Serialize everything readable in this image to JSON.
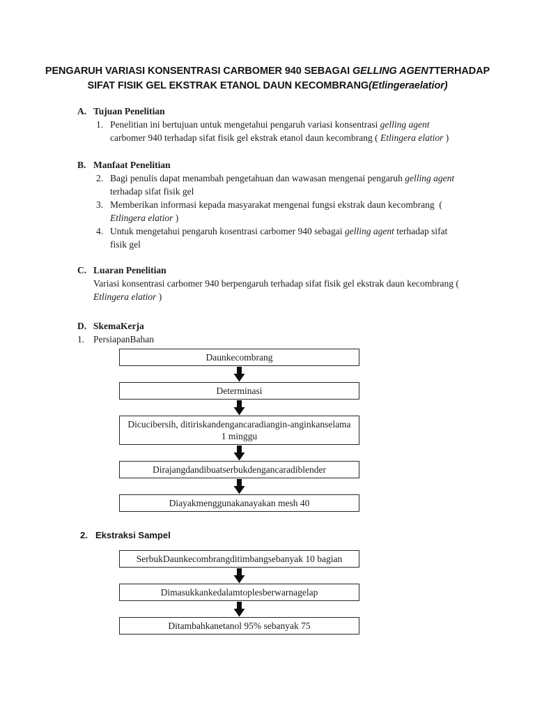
{
  "title": {
    "l1a": "PENGARUH VARIASI KONSENTRASI CARBOMER 940 SEBAGAI ",
    "l1b": "GELLING AGENT",
    "l1c": "TERHADAP",
    "l2a": "SIFAT FISIK GEL EKSTRAK ETANOL DAUN KECOMBRANG",
    "l2b": "(Etlingeraelatior)"
  },
  "sections": {
    "a": {
      "letter": "A.",
      "heading": "Tujuan Penelitian",
      "item1": {
        "num": "1.",
        "l1a": "Penelitian ini bertujuan untuk mengetahui pengaruh variasi konsentrasi ",
        "l1b": "gelling agent",
        "l2a": "carbomer 940 terhadap sifat fisik gel ekstrak etanol daun kecombrang ( ",
        "l2b": "Etlingera elatior",
        "l2c": " )"
      }
    },
    "b": {
      "letter": "B.",
      "heading": "Manfaat Penelitian",
      "item2": {
        "num": "2.",
        "l1a": "Bagi penulis dapat menambah pengetahuan dan wawasan mengenai pengaruh ",
        "l1b": "gelling agent",
        "l2a": "terhadap sifat fisik gel"
      },
      "item3": {
        "num": "3.",
        "l1a": "Memberikan informasi kepada masyarakat mengenai fungsi ekstrak daun kecombrang  (",
        "l2a": "Etlingera elatior",
        "l2b": " )"
      },
      "item4": {
        "num": "4.",
        "l1a": "Untuk mengetahui pengaruh kosentrasi carbomer 940 sebagai ",
        "l1b": "gelling agent",
        "l1c": " terhadap sifat",
        "l2a": "fisik gel"
      }
    },
    "c": {
      "letter": "C.",
      "heading": "Luaran Penelitian",
      "l1": "Variasi konsentrasi carbomer 940 berpengaruh terhadap sifat fisik gel ekstrak daun kecombrang (",
      "l2a": "Etlingera elatior",
      "l2b": " )"
    },
    "d": {
      "letter": "D.",
      "heading": "SkemaKerja",
      "item": {
        "num": "1.",
        "label": "PersiapanBahan"
      }
    }
  },
  "flow1": {
    "b1": "Daunkecombrang",
    "b2": "Determinasi",
    "b3l1": "Dicucibersih, ditiriskandengancaradiangin-anginkanselama",
    "b3l2": "1 minggu",
    "b4": "Dirajangdandibuatserbukdengancaradiblender",
    "b5": "Diayakmenggunakanayakan mesh 40"
  },
  "section2": {
    "num": "2.",
    "heading": "Ekstraksi Sampel"
  },
  "flow2": {
    "b1": "SerbukDaunkecombrangditimbangsebanyak 10 bagian",
    "b2": "Dimasukkankedalamtoplesberwarnagelap",
    "b3": "Ditambahkanetanol 95% sebanyak 75"
  },
  "colors": {
    "page_background": "#ffffff",
    "text": "#1b1b1b",
    "box_border": "#262626",
    "arrow": "#0d0d0d"
  }
}
